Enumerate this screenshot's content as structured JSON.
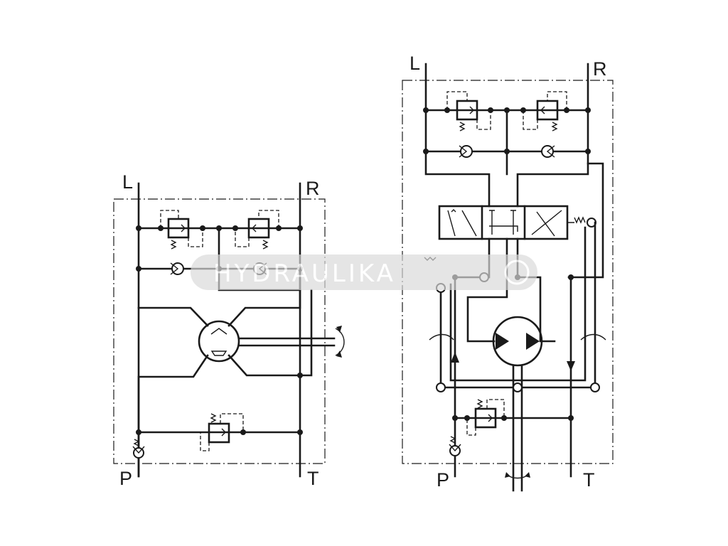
{
  "left_circuit": {
    "port_top_left": "L",
    "port_top_right": "R",
    "port_bottom_left": "P",
    "port_bottom_right": "T"
  },
  "right_circuit": {
    "port_top_left": "L",
    "port_top_right": "R",
    "port_bottom_left": "P",
    "port_bottom_right": "T"
  },
  "watermark": {
    "text": "HYDRAULIKA"
  },
  "colors": {
    "line": "#1a1a1a",
    "watermark_band": "#d9d9d9",
    "background": "#ffffff"
  }
}
